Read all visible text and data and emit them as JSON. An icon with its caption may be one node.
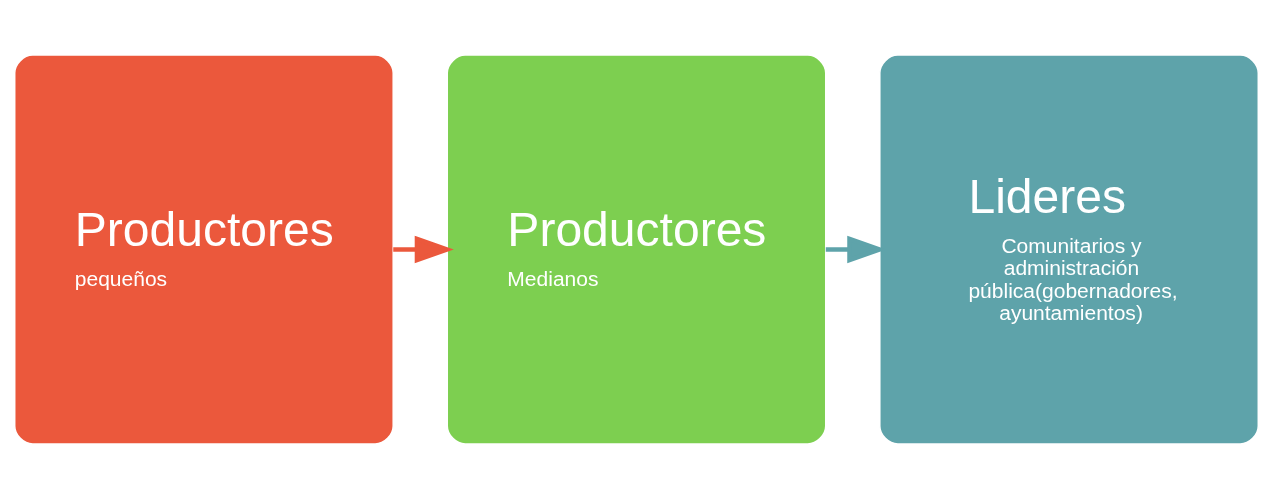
{
  "diagram": {
    "nodes": [
      {
        "text": [
          "Productores",
          "pequeños"
        ]
      },
      {
        "text": [
          "Productores",
          "Medianos"
        ]
      },
      {
        "text": [
          "Lideres",
          "Comunitarios y administración pública(gobernadores, ayuntamientos)"
        ]
      }
    ],
    "edges": [
      {
        "from": 0,
        "to": 1,
        "arrow": "to",
        "color": "#eb583c"
      },
      {
        "from": 1,
        "to": 2,
        "arrow": "to",
        "color": "#5ea3aa"
      }
    ]
  }
}
